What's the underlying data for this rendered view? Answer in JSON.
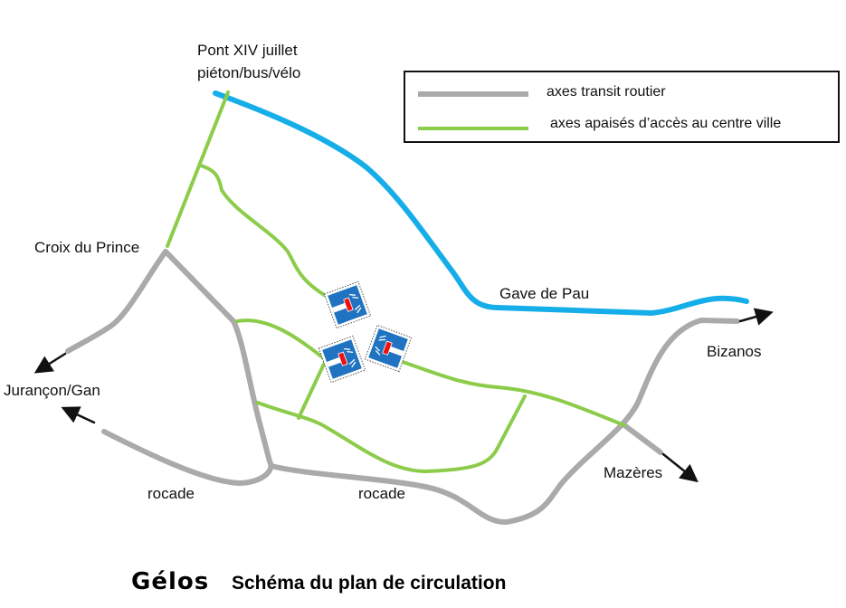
{
  "title": {
    "city": "Gélos",
    "subtitle": "Schéma du plan de circulation"
  },
  "legend": {
    "items": [
      {
        "label": "axes transit routier",
        "color": "#aaaaaa"
      },
      {
        "label": "axes apaisés d’accès au centre ville",
        "color": "#8ccc4a"
      }
    ]
  },
  "labels": {
    "pont_line1": "Pont XIV juillet",
    "pont_line2": "piéton/bus/vélo",
    "croix": "Croix du Prince",
    "gave": "Gave de Pau",
    "bizanos": "Bizanos",
    "jurancon": "Jurançon/Gan",
    "mazeres": "Mazères",
    "rocade1": "rocade",
    "rocade2": "rocade"
  },
  "colors": {
    "road": "#aaaaaa",
    "calm": "#8ccc4a",
    "river": "#16aee8",
    "sign": "#1f73c0",
    "arrow": "#111111"
  },
  "signs": [
    "no-through-road-sign",
    "no-through-road-sign",
    "no-through-road-sign"
  ]
}
